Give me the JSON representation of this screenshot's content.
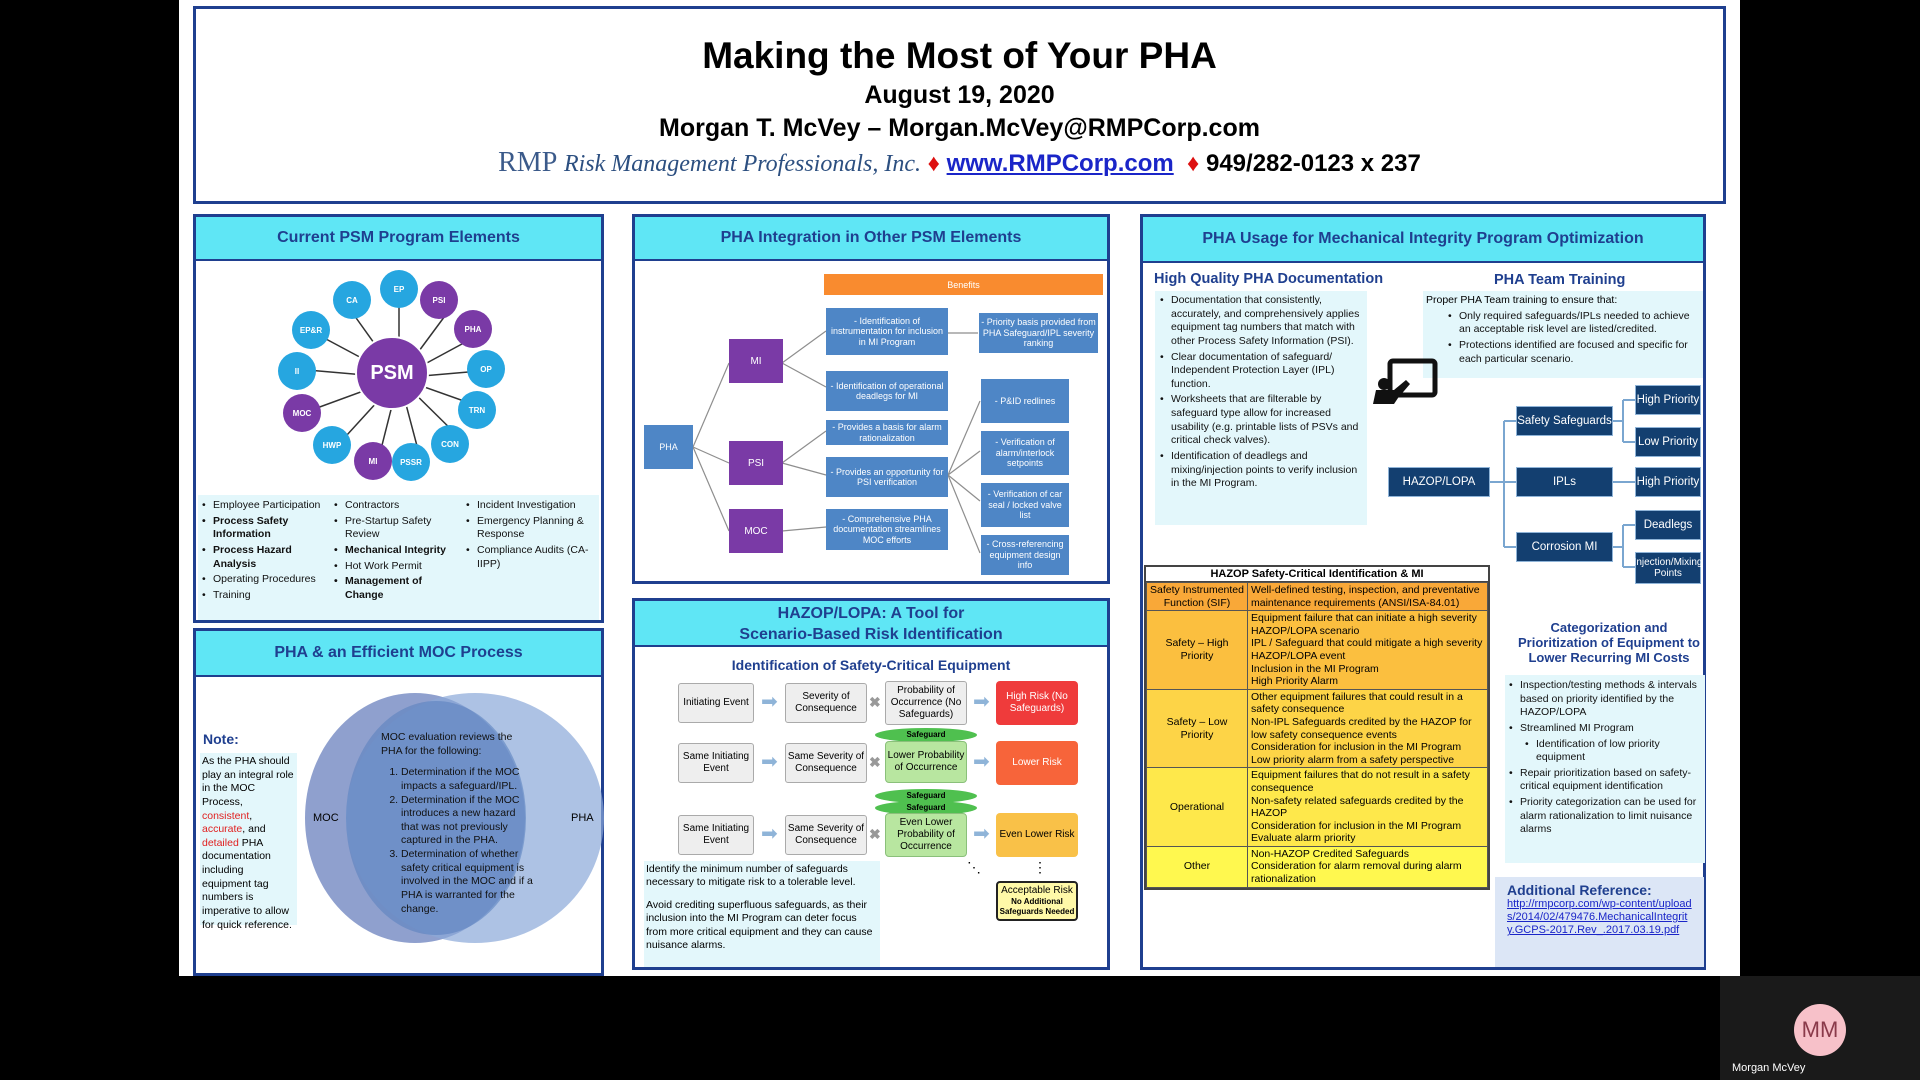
{
  "header": {
    "title": "Making the Most of Your PHA",
    "date": "August 19, 2020",
    "author": "Morgan T. McVey – Morgan.McVey@RMPCorp.com",
    "logo": "RMP",
    "company": "Risk Management Professionals, Inc.",
    "website": "www.RMPCorp.com",
    "phone": "949/282-0123 x 237"
  },
  "psm": {
    "title": "Current PSM Program Elements",
    "center": "PSM",
    "nodes": [
      "EP",
      "PSI",
      "PHA",
      "OP",
      "TRN",
      "CON",
      "PSSR",
      "MI",
      "HWP",
      "MOC",
      "II",
      "EP&R",
      "CA"
    ],
    "col1": [
      "Employee Participation",
      "Process Safety Information",
      "Process Hazard Analysis",
      "Operating Procedures",
      "Training"
    ],
    "col2": [
      "Contractors",
      "Pre-Startup Safety Review",
      "Mechanical Integrity",
      "Hot Work Permit",
      "Management of Change"
    ],
    "col3": [
      "Incident Investigation",
      "Emergency Planning & Response",
      "Compliance Audits (CA-IIPP)"
    ]
  },
  "moc": {
    "title": "PHA & an Efficient MOC Process",
    "note_label": "Note:",
    "note_a": "As the PHA should play an integral role in the MOC Process,",
    "w1": "consistent",
    "w2": "accurate",
    "w_and": ", and",
    "w3": "detailed",
    "note_b": "PHA documentation including equipment tag numbers is imperative to allow for quick reference.",
    "left": "MOC",
    "right": "PHA",
    "intro": "MOC evaluation reviews the PHA for the following:",
    "items": [
      "Determination if the MOC impacts a safeguard/IPL.",
      "Determination if the MOC introduces a new hazard that was not previously captured in the PHA.",
      "Determination of whether safety critical equipment is involved in the MOC and if a PHA is warranted for the change."
    ]
  },
  "integ": {
    "title": "PHA Integration in Other PSM Elements",
    "benefits": "Benefits",
    "pha": "PHA",
    "mi": "MI",
    "psi": "PSI",
    "moc": "MOC",
    "b1": "- Identification of instrumentation for inclusion in MI Program",
    "b2": "- Identification of operational deadlegs for MI",
    "b3": "- Provides a basis for alarm rationalization",
    "b4": "- Provides an opportunity for PSI verification",
    "b5": "- Comprehensive PHA documentation streamlines MOC efforts",
    "r1": "- Priority basis provided from PHA Safeguard/IPL severity ranking",
    "r2": "- P&ID redlines",
    "r3": "- Verification of alarm/interlock setpoints",
    "r4": "- Verification of car seal / locked valve list",
    "r5": "- Cross-referencing equipment design info"
  },
  "hazop": {
    "title1": "HAZOP/LOPA: A Tool for",
    "title2": "Scenario-Based Risk Identification",
    "sub": "Identification of Safety-Critical Equipment",
    "r1": [
      "Initiating Event",
      "Severity of Consequence",
      "Probability of Occurrence (No Safeguards)",
      "High Risk (No Safeguards)"
    ],
    "r2": [
      "Same Initiating Event",
      "Same Severity of Consequence",
      "Lower Probability of Occurrence",
      "Lower Risk"
    ],
    "r3": [
      "Same Initiating Event",
      "Same Severity of Consequence",
      "Even Lower Probability of Occurrence",
      "Even Lower Risk"
    ],
    "safeguard": "Safeguard",
    "accept": "Acceptable Risk",
    "accept2": "No Additional Safeguards Needed",
    "dots": "⋮",
    "ddots": "⋱",
    "note1": "Identify the minimum number of safeguards necessary to mitigate risk to a tolerable level.",
    "note2": "Avoid crediting superfluous safeguards, as their inclusion into the MI Program can deter focus from more critical equipment and they can cause nuisance alarms."
  },
  "mi": {
    "title": "PHA Usage for Mechanical Integrity Program Optimization",
    "hq_title": "High Quality PHA Documentation",
    "hq": [
      "Documentation that consistently, accurately, and comprehensively applies equipment tag numbers that match with other Process Safety Information (PSI).",
      "Clear documentation of safeguard/ Independent Protection Layer (IPL) function.",
      "Worksheets that are filterable by safeguard type allow for increased usability (e.g. printable lists of PSVs and critical check valves).",
      "Identification of deadlegs and mixing/injection points to verify inclusion in the MI Program."
    ],
    "team_title": "PHA Team Training",
    "team_intro": "Proper PHA Team training to ensure that:",
    "team": [
      "Only required safeguards/IPLs needed to achieve an acceptable risk level are listed/credited.",
      "Protections identified are focused and specific for each particular scenario."
    ],
    "tree": {
      "root": "HAZOP/LOPA",
      "safe": "Safety Safeguards",
      "ipl": "IPLs",
      "corr": "Corrosion MI",
      "hp1": "High Priority",
      "lp": "Low Priority",
      "hp2": "High Priority",
      "dead": "Deadlegs",
      "inj": "Injection/Mixing Points"
    },
    "table_title": "HAZOP Safety-Critical Identification & MI",
    "table": [
      {
        "cat": "Safety Instrumented Function (SIF)",
        "color": "#f9a838",
        "items": [
          "Well-defined testing, inspection, and preventative maintenance requirements (ANSI/ISA-84.01)"
        ]
      },
      {
        "cat": "Safety – High Priority",
        "color": "#fbbf3f",
        "items": [
          "Equipment failure that can initiate a high severity HAZOP/LOPA scenario",
          "IPL / Safeguard that could mitigate a high severity HAZOP/LOPA event",
          "Inclusion in the MI Program",
          "High Priority Alarm"
        ]
      },
      {
        "cat": "Safety – Low Priority",
        "color": "#fdd447",
        "items": [
          "Other equipment failures that could result in a safety consequence",
          "Non-IPL Safeguards credited by the HAZOP for low safety consequence events",
          "Consideration for inclusion in the MI Program",
          "Low priority alarm from a safety perspective"
        ]
      },
      {
        "cat": "Operational",
        "color": "#fee84b",
        "items": [
          "Equipment failures that do not result in a safety consequence",
          "Non-safety related safeguards credited by the HAZOP",
          "Consideration for inclusion in the MI Program",
          "Evaluate alarm priority"
        ]
      },
      {
        "cat": "Other",
        "color": "#fff84f",
        "items": [
          "Non-HAZOP Credited Safeguards",
          "Consideration for alarm removal during alarm rationalization"
        ]
      }
    ],
    "cat_title": "Categorization and Prioritization of Equipment to Lower Recurring MI Costs",
    "cat_items": [
      "Inspection/testing methods & intervals based on priority identified by the HAZOP/LOPA",
      "Streamlined MI Program",
      "Identification of low priority equipment",
      "Repair prioritization based on safety-critical equipment identification",
      "Priority categorization can be used for alarm rationalization to limit nuisance alarms"
    ],
    "ref_title": "Additional Reference:",
    "ref_link": "http://rmpcorp.com/wp-content/uploads/2014/02/479476.MechanicalIntegrity.GCPS-2017.Rev_.2017.03.19.pdf"
  },
  "participant": {
    "initials": "MM",
    "name": "Morgan McVey"
  },
  "colors": {
    "accent": "#5fe6f5",
    "navy": "#1f3f8f",
    "purple": "#7a3aa6",
    "blue": "#26a6e0"
  }
}
